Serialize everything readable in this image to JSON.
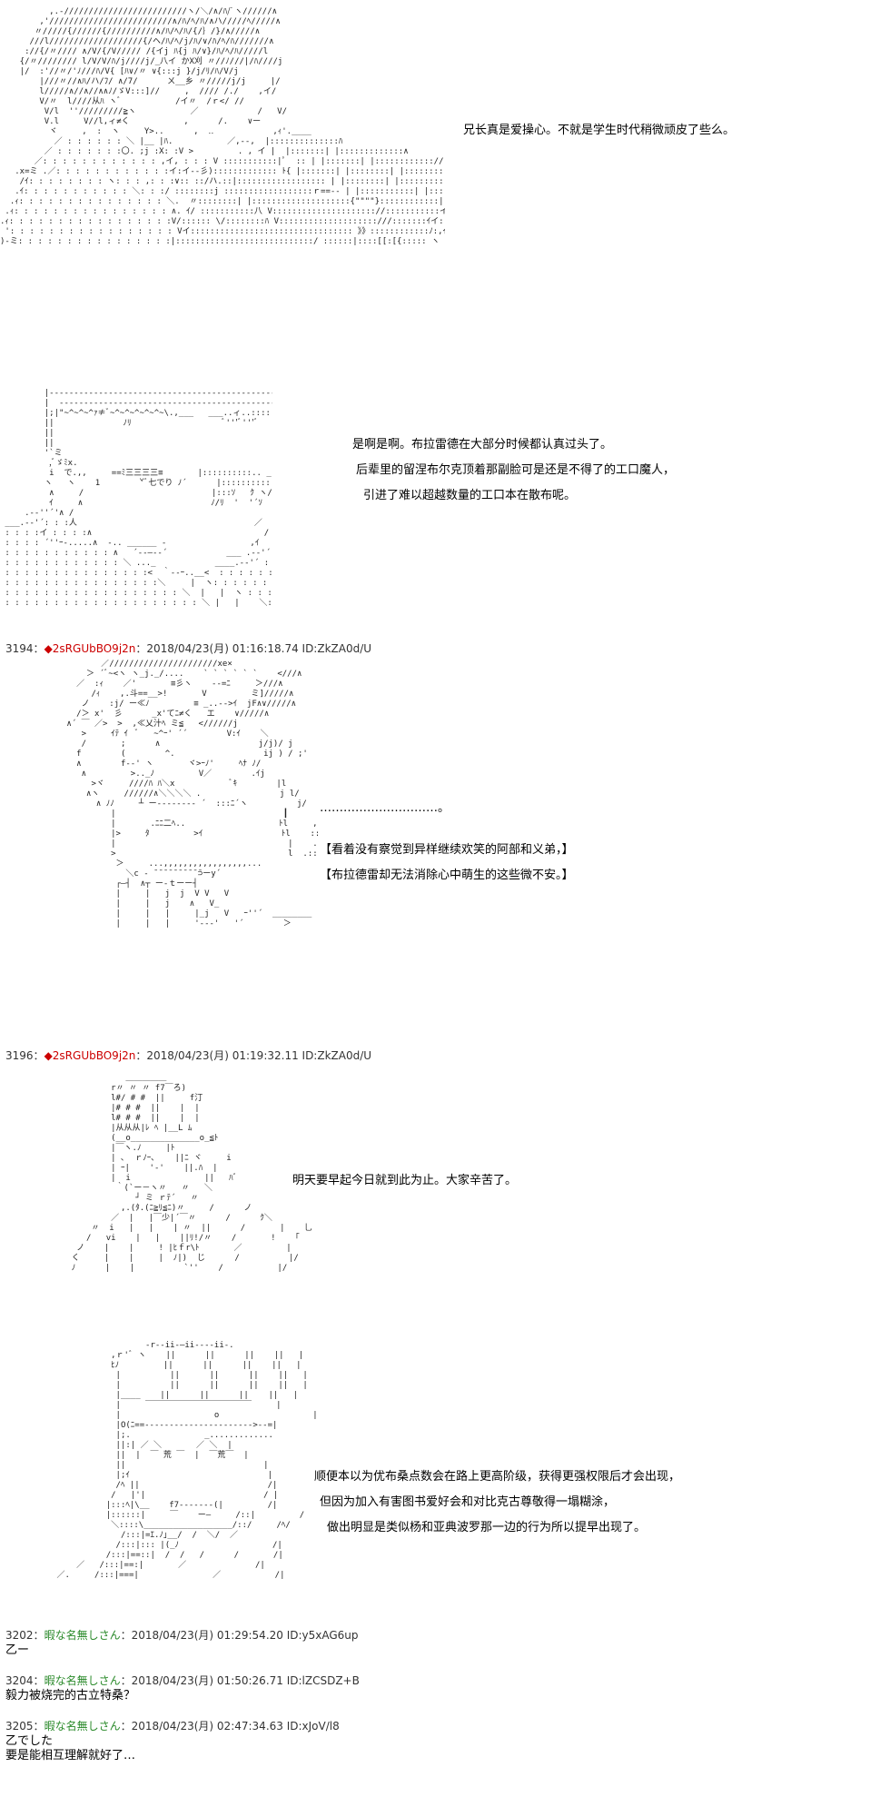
{
  "blocks": [
    {
      "art": "          ,.-/////////////////////////ヽ/＼/∧/ﾊ/ﾞヽ//////∧\n        ,'/////////////////////////∧/ﾊ/ﾍ/ﾊ/∧ハ/////ﾍ/////∧\n       〃/////{//////{//////////∧/ﾊ/ﾍ/ﾊ/{/｝/}/∧/////∧\n      ///l///////////////////{/ヘ/ﾊ/ﾍ/j/ﾊ/∨/ﾊ/ﾍ/ﾊ///////∧\n     ://{/〃//// ∧/V/{/V///// /{イj ﾊ{j ﾊ/∨}/ﾊ/ﾍ/ﾊ/////l\n    {/〃//////// l/V/V/ﾊ/j////j/_八イ かX刈 〃//ﾉ///|/ﾊ////j\n    |/  :'//〃/'ﾉ///ﾊ/V{ [ﾊ∨/〃 ∨{:::j }/j/ﾘ/ﾊ/V/j\n        |///〃//∧ﾊ/ハ/ﾌ/ ∧/7/      ㄨ__乡 〃/////j/j     |/\n        l/////∧//∧//∧∧ﾉ/ゞV:::]//     ,  //// /./    ,イ/\n        V/〃  l////从ﾊ ヽﾞ           /イ〃  /ｒ</ //\n         V/l  ''/////////≧ヽ           ／            /   V/\n         V.l     V//l,ィ≠く           ,      /.    ∨ー\n          ヾ     ,  :  ヽ     Y>..      ,  ‥            ,ｨ'.____\n           ／ : : : : : : ＼ |__ |ﾊ.           ／,-‐,  |::::::::::::::ﾊ\n         ／ : : : : : : :〇. ;j :X: :V >         . , イ |  |:::::::| |:::::::::::::∧\n       ／: : : : : : : : : : : : ,イ, : : : V :::::::::::|ﾟ  :: | |:::::::| |::::::::::::// = .. - __\n   .x=ミ .／: : : : : : : : : : : :イ:イ--彡)::::::::::::: ﾄ{ |:::::::| |::::::::| |::::::::::::::::::\n    /ｲ: : : : : : : : ヽ: : : ,: : :∨:: ::/ハ.::|:::::::::::::::::: | |::::::::| |::::::::::::| |::::::::::::\n   .ｲ: : : : : : : : : : : ＼: : :/ ::::::::j ::::::::::::::::::ｒ==-- | |:::::::::::| |:::::::::::∧ ∨::::::::::\n  .ｨ: : : : : : : : : : : : : : : ＼.  〃::::::::| |::::::::::::::::::::{\"\"\"\"}::::::::::::| |::::::::::::∧ ∨///:::::::::\n .ｨ: : : : : : : : : : : : : : : : ∧. ｲ/ :::::::::::八 V::::::::::::::::::::://:::::::::::イ:/::::::::::::::｀Y/l ::::::::::\n.ｨ: : : : : : : : : : : : : : : : :V/:::::: \\/::::::::ﾊ V::::::::::::::::::::///:::::::ｲイ::::::::::::::::::::| ::::::::::::::::\n ': : : : : : : : : : : : : : : : : Vイ::::::::::::::::::::::::::::::::: 》》::::::::::::ﾉ:,ｲ ::::::::::::::::::::::::::| :::::::::::::::::\n)-ミ: : : : : : : : : : : : : : : :|::::::::::::::::::::::::::::/ ::::::|::::[[:[{::::: ヽ ::::::::::::::::: | : : : :|::::::::::::::::",
      "lines": [
        "兄长真是爱操心。不就是学生时代稍微顽皮了些么。"
      ]
    },
    {
      "art": "         |‐‐‐‐‐‐‐‐‐‐‐‐‐‐‐‐‐‐‐‐‐‐‐‐‐‐‐‐‐‐‐‐‐‐‐‐‐‐‐‐‐‐‐‐‐‐‐‐‐‐‐‐‐‐‐‐‐‐‐‐\n         |  ‐‐‐‐‐‐‐‐‐‐‐‐‐‐‐‐‐‐‐‐‐‐‐‐‐‐‐‐‐‐‐‐‐‐‐‐‐‐‐‐‐‐‐‐‐‐‐‐‐‐‐‐‐‐‐‐\n         |;|\"~^~^~^ｧ≠ﾞ~^~^~^~^~^~\\.,___   ___..ィ..::::::::::::::::::::::::::::\n         ||              ﾉﾘ                   ﾞ'''ﾞ'''ﾞ   ミ:::::::::::::::::::::::\n         ||                                               ミ::::::::::::::::::::::\n         ||                                               ミ:::::::::::::::::::::\n         '`ミ                                              ミ:::::::::::::::::::::\n          ,ﾞゞﾐx.                                         {::::::::::::::::::::\n          i  で.,,     ==ﾐ三三三三≡       |::::::::::.. _-\n         ヽ   ヽ    1        ˇﾞ七でり ﾉ´      |:::::::::::: ,.-\n          ∧     /                          |:::ｿ   ｸ ヽ/\n          ｲ     ∧                          ﾉ/ﾘ  '  '´ｿ\n     .-‐''´'∧ /                                         _／\n ___.-‐'´: : :人                                    ／\n : : : :イ : : : :∧                                   /\n : : : : ´''ｰ-.....∧  -.. ______ -                 ,ｲ\n : : : : : : : : : : : ∧   ´‐-―-‐´            ___ .-‐'´\n : : : : : : : : : : : : ＼ ..._            ____.-‐'´ : : : : : : :\n : : : : : : : : : : : : : : :<  ｀‐-ｰ..__<  : : : : : : : : : : : : :\n : : : : : : : : : : : : : : : :＼     |  ヽ: : : : : : : : : : : :\n : : : : : : : : : : : : : : : : : : ＼  |   |  ヽ : : : : : : : : : :\n : : : : : : : : : : : : : : : : : : : : ＼ |   |    ＼: : : : : : : :",
      "lines": [
        "是啊是啊。布拉雷德在大部分时候都认真过头了。",
        "后辈里的留涅布尔克顶着那副脸可是还是不得了的工口魔人，",
        "引进了难以超越数量的工口本在散布呢。"
      ]
    },
    {
      "header": {
        "num": "3194",
        "sep": "：",
        "name": "◆2sRGUbBO9j2n",
        "date": "：2018/04/23(月) 01:16:18.74 ID:ZkZA0d/U"
      },
      "art": "               ／//////////////////////xe×\n            ＞ ´ﾞ~<ヽ ヽ_j._/....    ` ` ` ` ` `    <///∧\n          ／  :ｨ    ／'       ≡彡ヽ    --=ﾆ     ＞///∧\n             /ｨ    ,.斗==__>!       V         ミ]/////∧\n           ノ    :j/ ー≪ﾉ         ≡ _..-->ｲ  jF∧∨/////∧\n          /＞ x'  彡      _x'てﾆ≠く   エ    ∨/////∧\n        ∧´ ￣ ／>  >  ,≪乂汁ﾍ ミ≦   <//////j\n           >     ｲﾃ ｲ  ﾞ   ~^ｰ' ´´        V:ｲ    ＼\n           /       ;      ∧                    j/j)/ j\n          f        (        ^.                  ij ) / ;'\n          ∧        f--' ヽ       ヾ>ｰﾉ'     ﾍﾅ ﾉ/\n           ∧         >.._ﾉ         V／        .ｲj\n             >ヾ     ////ﾊ ﾊ＼x           ﾞｷ        |l\n            ∧ヽ     //////∧＼＼＼＼ .                j l/\n              ∧ ﾉﾉ     ┴ ー-------- ´  :::ﾆ´ヽ          j/\n                 |                                  ┃       /   |\n                 |       .ﾆﾆ二ﾍ..                   ﾄl     ,::::.   ∧\n                 |>     ﾀ         >ｲ                ﾄl    :::::  ＼\n                 |                                   |    .::::  |  ＼___\n                 >                                   l  .::::.  |___＿.. _\n                  ＞     ...,,,,,,,,,,,,,,,,,...           .A― ￣      ￣ ￣\n                    ＼c ‐ ̄ ̄ ̄ ̄ ̄ ̄ ̄ ̄ ̄ ̄⊃ーy´\n                  ┌―┤  ∧┬ ー-ｔーー┤\n                  |     |   j  j  V V   V\n                  |     |   j    ∧   V_\n                  |     |   |     |_j   V   ｰ''´  ________\n                  |     |   |     '---'   '´        ＞",
      "lines": [
        "…………………………。",
        "【看着没有察觉到异样继续欢笑的阿部和义弟，】",
        "【布拉德雷却无法消除心中萌生的这些微不安。】"
      ]
    },
    {
      "header": {
        "num": "3196",
        "sep": "：",
        "name": "◆2sRGUbBO9j2n",
        "date": "：2018/04/23(月) 01:19:32.11 ID:ZkZA0d/U"
      },
      "art": "                    ＿＿＿＿＿\n                 r〃 〃 〃 f7￣ろ)\n                 l#/ # #  ||     f汀\n                 |# # #  ||    |  |\n                 l# # #  ||    |  |\n                 |从从从|ﾚ ﾍ |__L ﾑ\n                 (__o______________o_≦ﾄ\n                 |￣ヽ.ﾉ     |ﾄ\n                 | ､  ｒﾉｰ､    ||ﾆ ヾ     i\n                 | ｰ|    '‐'    ||.ﾊ  |\n                 |  i               ||   ﾊﾞ\n                  ｀(`ー－ヽ〃   〃   ＼\n                      ┘ ミ ｒﾃ´   〃\n                   ,.(ﾀ.(ﾆ≧ﾘ≦ﾆ)〃     /      ノ\n                 ／  |   |￣少|´￣〃      /      ｸ＼\n             〃  i   |   |    | 〃  ||      /       |    乚\n            /   vi    |   |    ||ﾘ!/〃    /       !    ｢      ＼\n          ノ    |    |     ! |ﾋｆr\\ﾄ       ／         |\n         く     |    |     |  ﾉ|)  じ      /          |/\n         ﾉ      |    |          `''    /           |/",
      "lines": [
        "明天要早起今日就到此为止。大家辛苦了。"
      ]
    },
    {
      "art": "                        -r-‐ii-―ii----ii-.\n                 ,ｒ'ﾞ ヽ    ||      ||      ||    ||   |\n                 ﾋﾉ         ||      ||      ||    ||   |\n                  |          ||      ||      ||    ||   |\n                  |          ||      ||      ||    ||   |\n                  |____    ||      ||      ||    ||   |\n                  |     ￣￣￣￣￣￣￣￣￣￣￣￣￣     |\n                  |                   o                   |\n                  |O(ﾆ==---------------------->--=|\n                  |;.               _.............               |\n                  ||:| ／ ＼       ／ ＼  |\n                  ||  |  ￣ 荒 ￣  |  ￣荒￣  |\n                  ||                            |\n                  |;ｲ                            |\n                  /ﾍ ||                          /|\n                 /   |'|                        / |\n                |:::ﾍ|\\__    f7-------(|         /|\n                |::::::|     ￣    ー―     /::|         /\n                 ＼::::\\__________________/::/     /ﾍ/\n                   /:::|=ｴ.ﾉ｣__/  /  ＼/  ／\n                  /:::|::: |(_ﾉ                   /|\n                /:::|==::|  /  /   /      /       /|\n          ／   /:::|==:|       ／              /|\n      ／.     /:::|===|               ／           /|",
      "lines": [
        "顺便本以为优布桑点数会在路上更高阶级，获得更强权限后才会出现，",
        "但因为加入有害图书爱好会和对比克古尊敬得一塌糊涂，",
        "做出明显是类似杨和亚典波罗那一边的行为所以提早出现了。"
      ]
    }
  ],
  "posts": [
    {
      "num": "3202",
      "sep": "：",
      "name": "暇な名無しさん",
      "date": "：2018/04/23(月) 01:29:54.20 ID:y5xAG6up",
      "body": [
        "乙ー"
      ]
    },
    {
      "num": "3204",
      "sep": "：",
      "name": "暇な名無しさん",
      "date": "：2018/04/23(月) 01:50:26.71 ID:lZCSDZ+B",
      "body": [
        "毅力被烧完的古立特桑？"
      ]
    },
    {
      "num": "3205",
      "sep": "：",
      "name": "暇な名無しさん",
      "date": "：2018/04/23(月) 02:47:34.63 ID:xJoV/l8",
      "body": [
        "乙でした",
        "要是能相互理解就好了…"
      ]
    }
  ]
}
